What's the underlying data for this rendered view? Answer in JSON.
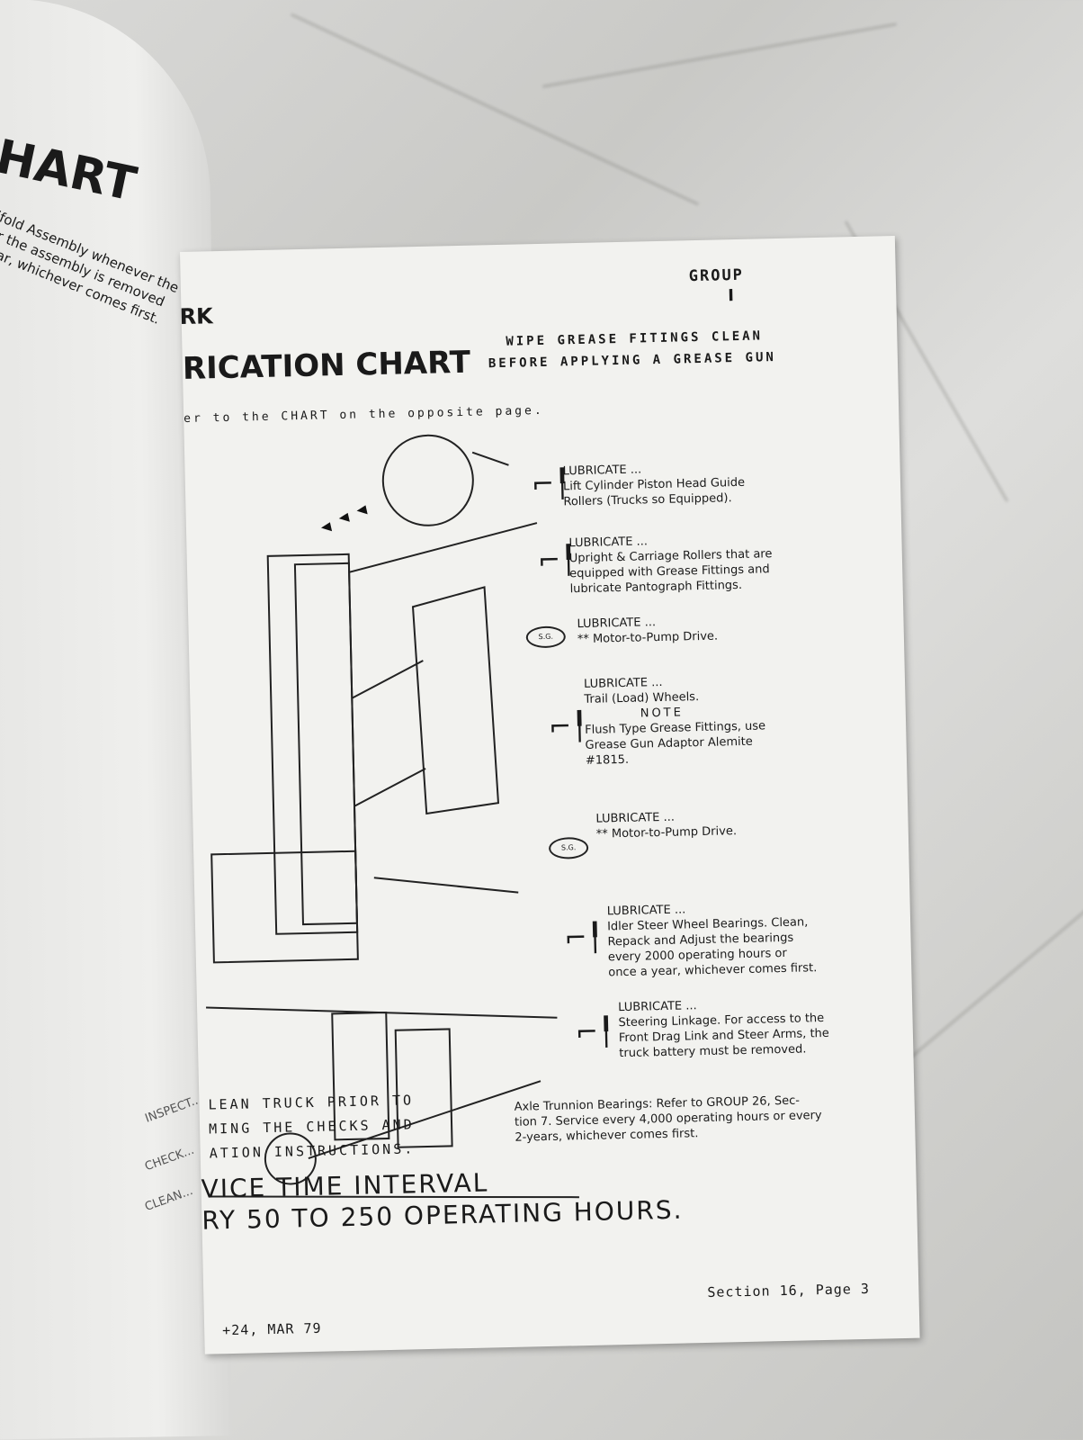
{
  "left_page": {
    "title_fragment": "HART",
    "body_lines": [
      "ifold Assembly whenever the",
      "er the assembly is removed",
      "Year, whichever comes first."
    ],
    "margin_labels": [
      "INSPECT...",
      "CHECK...",
      "CLEAN..."
    ]
  },
  "right_page": {
    "header_fragment": "RK",
    "group_label": "GROUP",
    "group_number": "I",
    "title": "RICATION CHART",
    "instruction_line1": "WIPE GREASE FITINGS CLEAN",
    "instruction_line2": "BEFORE APPLYING A GREASE GUN",
    "refer_text": "er to the CHART on the opposite page.",
    "callouts": [
      {
        "heading": "LUBRICATE ...",
        "lines": [
          "Lift Cylinder Piston Head Guide",
          "Rollers (Trucks so Equipped)."
        ]
      },
      {
        "heading": "LUBRICATE ...",
        "lines": [
          "Upright & Carriage Rollers that are",
          "equipped with Grease Fittings and",
          "lubricate Pantograph Fittings."
        ]
      },
      {
        "heading": "LUBRICATE ...",
        "lines": [
          "** Motor-to-Pump Drive."
        ]
      },
      {
        "heading": "LUBRICATE ...",
        "lines": [
          "Trail (Load) Wheels."
        ],
        "note_title": "NOTE",
        "note_lines": [
          "Flush Type Grease Fittings, use",
          "Grease Gun Adaptor Alemite",
          "#1815."
        ]
      },
      {
        "heading": "LUBRICATE ...",
        "lines": [
          "** Motor-to-Pump Drive."
        ]
      },
      {
        "heading": "LUBRICATE ...",
        "lines": [
          "Idler Steer Wheel Bearings. Clean,",
          "Repack and Adjust the bearings",
          "every 2000 operating hours or",
          "once a year, whichever comes first."
        ]
      },
      {
        "heading": "LUBRICATE ...",
        "lines": [
          "Steering Linkage. For access to the",
          "Front Drag Link and Steer Arms, the",
          "truck battery must be removed."
        ]
      }
    ],
    "sg_label": "S.G.",
    "clean_lines": [
      "LEAN TRUCK PRIOR TO",
      "MING THE CHECKS AND",
      "ATION INSTRUCTIONS."
    ],
    "axle_note": [
      "Axle Trunnion Bearings: Refer to GROUP 26, Sec-",
      "tion 7. Service every 4,000 operating hours or every",
      "2-years, whichever comes first."
    ],
    "interval_line1": "VICE TIME INTERVAL",
    "interval_line2": "RY 50 TO 250 OPERATING HOURS.",
    "footer_page": "Section 16, Page 3",
    "footer_date": "+24, MAR 79"
  }
}
